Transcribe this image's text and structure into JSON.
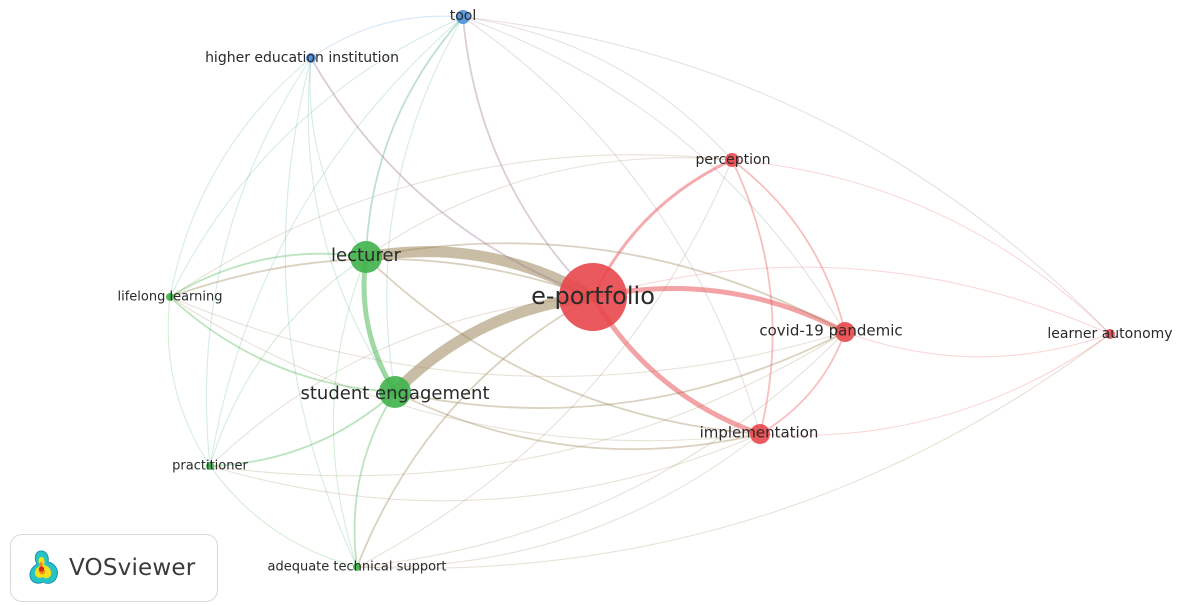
{
  "app": {
    "brand": "VOSviewer"
  },
  "colors": {
    "cluster_red": "#e8474b",
    "cluster_green": "#3fb34a",
    "cluster_blue": "#4a90d9"
  },
  "nodes": [
    {
      "id": "e-portfolio",
      "label": "e-portfolio",
      "cluster": "red",
      "weight": 5
    },
    {
      "id": "lecturer",
      "label": "lecturer",
      "cluster": "green",
      "weight": 3
    },
    {
      "id": "student-engagement",
      "label": "student engagement",
      "cluster": "green",
      "weight": 3
    },
    {
      "id": "covid-19-pandemic",
      "label": "covid-19 pandemic",
      "cluster": "red",
      "weight": 2
    },
    {
      "id": "implementation",
      "label": "implementation",
      "cluster": "red",
      "weight": 2
    },
    {
      "id": "perception",
      "label": "perception",
      "cluster": "red",
      "weight": 1
    },
    {
      "id": "learner-autonomy",
      "label": "learner autonomy",
      "cluster": "red",
      "weight": 1
    },
    {
      "id": "tool",
      "label": "tool",
      "cluster": "blue",
      "weight": 1
    },
    {
      "id": "higher-education-institution",
      "label": "higher education institution",
      "cluster": "blue",
      "weight": 1
    },
    {
      "id": "lifelong-learning",
      "label": "lifelong learning",
      "cluster": "green",
      "weight": 1
    },
    {
      "id": "practitioner",
      "label": "practitioner",
      "cluster": "green",
      "weight": 1
    },
    {
      "id": "adequate-technical-support",
      "label": "adequate technical support",
      "cluster": "green",
      "weight": 1
    }
  ],
  "links": [
    {
      "source": "e-portfolio",
      "target": "lecturer",
      "strength": 5
    },
    {
      "source": "e-portfolio",
      "target": "student-engagement",
      "strength": 5
    },
    {
      "source": "e-portfolio",
      "target": "covid-19-pandemic",
      "strength": 4
    },
    {
      "source": "e-portfolio",
      "target": "implementation",
      "strength": 4
    },
    {
      "source": "e-portfolio",
      "target": "perception",
      "strength": 3
    },
    {
      "source": "e-portfolio",
      "target": "tool",
      "strength": 2
    },
    {
      "source": "e-portfolio",
      "target": "higher-education-institution",
      "strength": 2
    },
    {
      "source": "e-portfolio",
      "target": "lifelong-learning",
      "strength": 2
    },
    {
      "source": "e-portfolio",
      "target": "practitioner",
      "strength": 1
    },
    {
      "source": "e-portfolio",
      "target": "adequate-technical-support",
      "strength": 2
    },
    {
      "source": "e-portfolio",
      "target": "learner-autonomy",
      "strength": 1
    },
    {
      "source": "lecturer",
      "target": "student-engagement",
      "strength": 4
    },
    {
      "source": "lecturer",
      "target": "lifelong-learning",
      "strength": 2
    },
    {
      "source": "lecturer",
      "target": "tool",
      "strength": 2
    },
    {
      "source": "lecturer",
      "target": "higher-education-institution",
      "strength": 1
    },
    {
      "source": "lecturer",
      "target": "covid-19-pandemic",
      "strength": 2
    },
    {
      "source": "lecturer",
      "target": "implementation",
      "strength": 2
    },
    {
      "source": "lecturer",
      "target": "practitioner",
      "strength": 1
    },
    {
      "source": "lecturer",
      "target": "adequate-technical-support",
      "strength": 1
    },
    {
      "source": "lecturer",
      "target": "perception",
      "strength": 1
    },
    {
      "source": "student-engagement",
      "target": "lifelong-learning",
      "strength": 2
    },
    {
      "source": "student-engagement",
      "target": "practitioner",
      "strength": 2
    },
    {
      "source": "student-engagement",
      "target": "adequate-technical-support",
      "strength": 2
    },
    {
      "source": "student-engagement",
      "target": "implementation",
      "strength": 2
    },
    {
      "source": "student-engagement",
      "target": "covid-19-pandemic",
      "strength": 2
    },
    {
      "source": "student-engagement",
      "target": "tool",
      "strength": 1
    },
    {
      "source": "student-engagement",
      "target": "higher-education-institution",
      "strength": 1
    },
    {
      "source": "covid-19-pandemic",
      "target": "perception",
      "strength": 2
    },
    {
      "source": "covid-19-pandemic",
      "target": "implementation",
      "strength": 2
    },
    {
      "source": "covid-19-pandemic",
      "target": "learner-autonomy",
      "strength": 1
    },
    {
      "source": "implementation",
      "target": "perception",
      "strength": 2
    },
    {
      "source": "implementation",
      "target": "learner-autonomy",
      "strength": 1
    },
    {
      "source": "implementation",
      "target": "practitioner",
      "strength": 1
    },
    {
      "source": "implementation",
      "target": "adequate-technical-support",
      "strength": 1
    },
    {
      "source": "implementation",
      "target": "lifelong-learning",
      "strength": 1
    },
    {
      "source": "implementation",
      "target": "tool",
      "strength": 1
    },
    {
      "source": "perception",
      "target": "learner-autonomy",
      "strength": 1
    },
    {
      "source": "perception",
      "target": "tool",
      "strength": 1
    },
    {
      "source": "perception",
      "target": "lifelong-learning",
      "strength": 1
    },
    {
      "source": "tool",
      "target": "higher-education-institution",
      "strength": 1
    },
    {
      "source": "tool",
      "target": "lifelong-learning",
      "strength": 1
    },
    {
      "source": "tool",
      "target": "practitioner",
      "strength": 1
    },
    {
      "source": "tool",
      "target": "learner-autonomy",
      "strength": 1
    },
    {
      "source": "tool",
      "target": "covid-19-pandemic",
      "strength": 1
    },
    {
      "source": "higher-education-institution",
      "target": "lifelong-learning",
      "strength": 1
    },
    {
      "source": "higher-education-institution",
      "target": "practitioner",
      "strength": 1
    },
    {
      "source": "higher-education-institution",
      "target": "adequate-technical-support",
      "strength": 1
    },
    {
      "source": "lifelong-learning",
      "target": "practitioner",
      "strength": 1
    },
    {
      "source": "lifelong-learning",
      "target": "covid-19-pandemic",
      "strength": 1
    },
    {
      "source": "practitioner",
      "target": "adequate-technical-support",
      "strength": 1
    },
    {
      "source": "practitioner",
      "target": "covid-19-pandemic",
      "strength": 1
    },
    {
      "source": "adequate-technical-support",
      "target": "covid-19-pandemic",
      "strength": 1
    },
    {
      "source": "adequate-technical-support",
      "target": "learner-autonomy",
      "strength": 1
    },
    {
      "source": "adequate-technical-support",
      "target": "perception",
      "strength": 1
    }
  ]
}
